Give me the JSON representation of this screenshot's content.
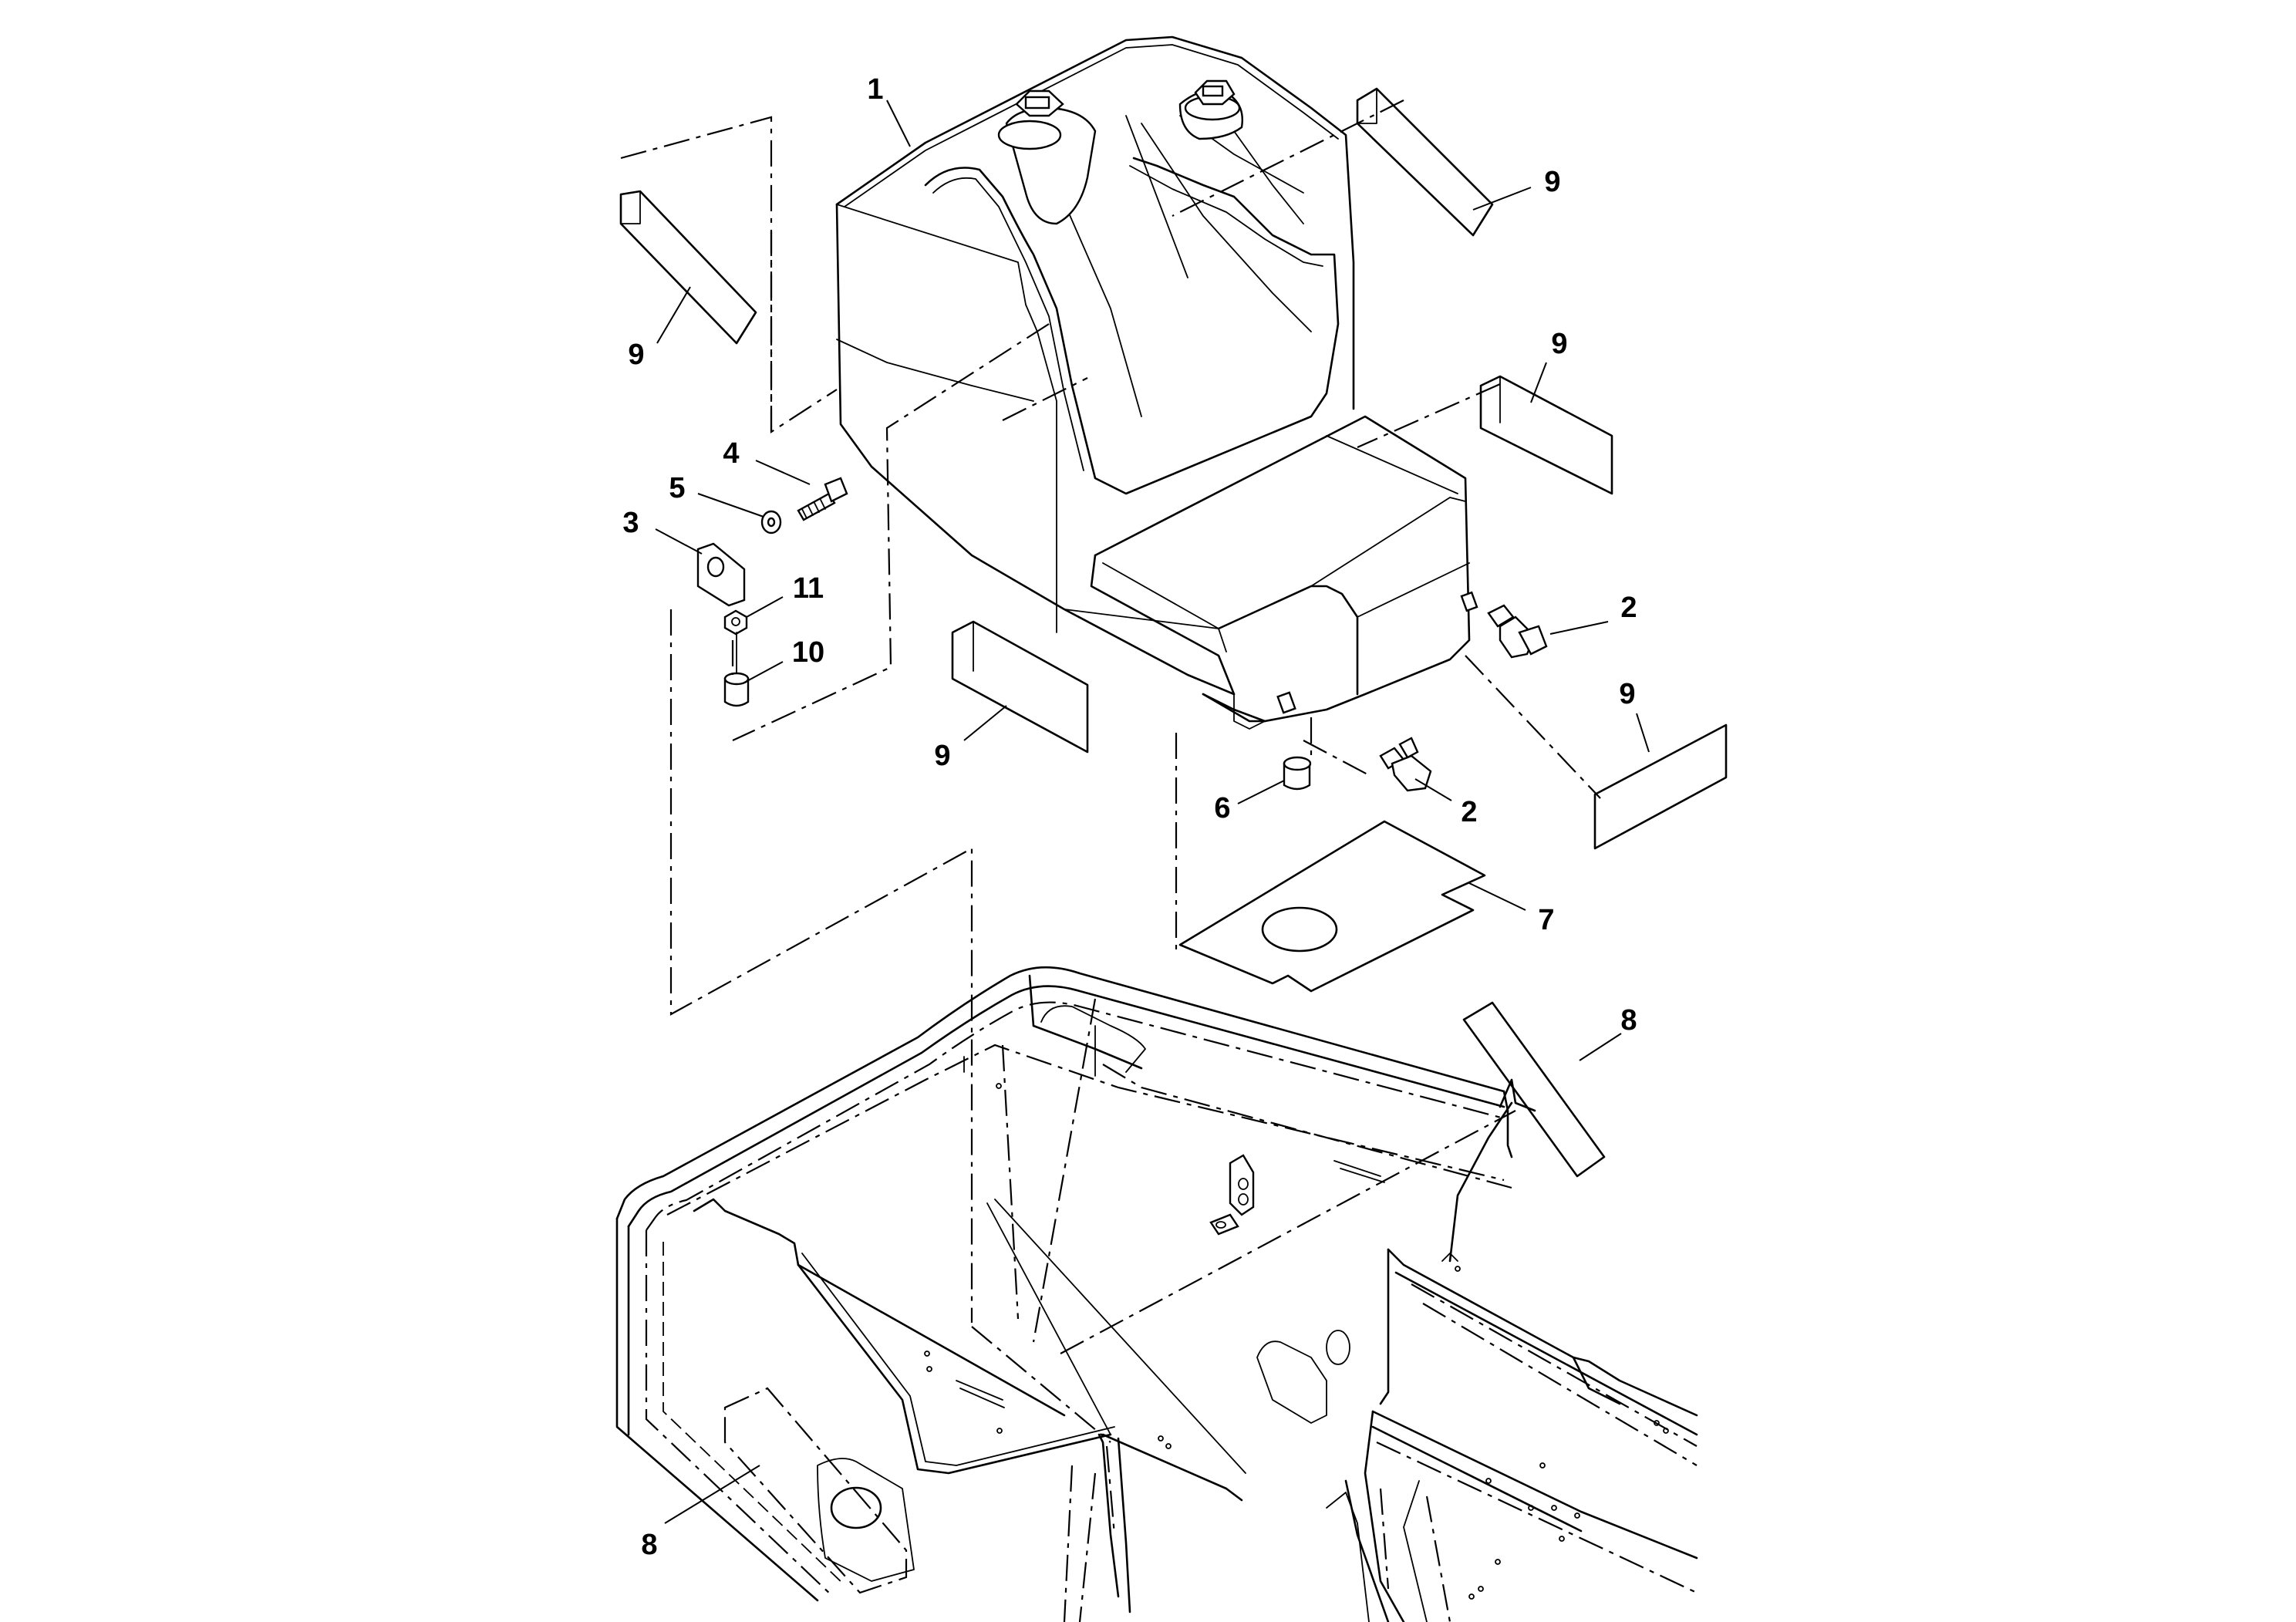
{
  "callouts": [
    {
      "id": "c1",
      "label": "1"
    },
    {
      "id": "c2a",
      "label": "2"
    },
    {
      "id": "c2b",
      "label": "2"
    },
    {
      "id": "c3",
      "label": "3"
    },
    {
      "id": "c4",
      "label": "4"
    },
    {
      "id": "c5",
      "label": "5"
    },
    {
      "id": "c6",
      "label": "6"
    },
    {
      "id": "c7",
      "label": "7"
    },
    {
      "id": "c8a",
      "label": "8"
    },
    {
      "id": "c8b",
      "label": "8"
    },
    {
      "id": "c9a",
      "label": "9"
    },
    {
      "id": "c9b",
      "label": "9"
    },
    {
      "id": "c9c",
      "label": "9"
    },
    {
      "id": "c9d",
      "label": "9"
    },
    {
      "id": "c9e",
      "label": "9"
    },
    {
      "id": "c10",
      "label": "10"
    },
    {
      "id": "c11",
      "label": "11"
    }
  ]
}
